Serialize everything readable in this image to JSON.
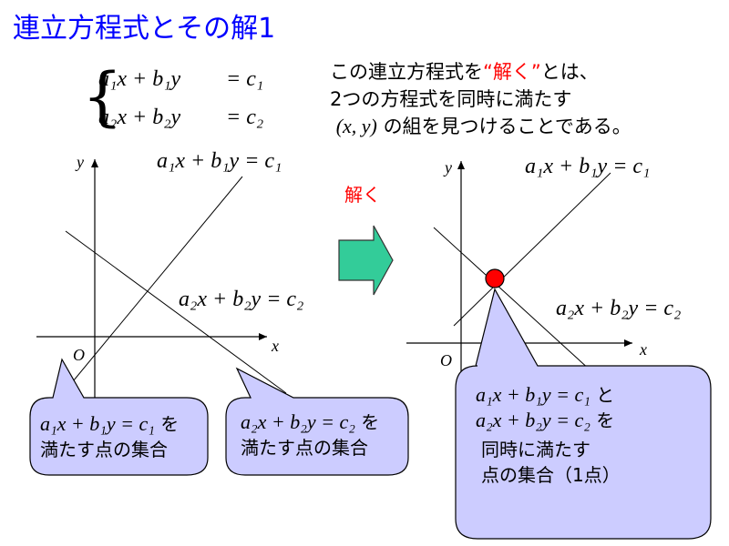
{
  "title": "連立方程式とその解1",
  "system": {
    "eq1_lhs": "a₁x + b₁y",
    "eq1_rhs": "= c₁",
    "eq2_lhs": "a₂x + b₂y",
    "eq2_rhs": "= c₂"
  },
  "description": {
    "line1_pre": "この連立方程式を",
    "line1_hl": "“解く”",
    "line1_post": "とは、",
    "line2": "2つの方程式を同時に満たす",
    "line3_math": "(x, y)",
    "line3_text": "の組を見つけることである。"
  },
  "solve_label": "解く",
  "left_graph": {
    "y_label": "y",
    "x_label": "x",
    "origin_label": "O",
    "line1_label": "a₁x + b₁y = c₁",
    "line2_label": "a₂x + b₂y = c₂"
  },
  "right_graph": {
    "y_label": "y",
    "x_label": "x",
    "origin_label": "O",
    "line1_label": "a₁x + b₁y = c₁",
    "line2_label": "a₂x + b₂y = c₂"
  },
  "bubble1": {
    "math": "a₁x + b₁y = c₁",
    "suffix": "を",
    "line2": "満たす点の集合"
  },
  "bubble2": {
    "math": "a₂x + b₂y = c₂",
    "suffix": "を",
    "line2": "満たす点の集合"
  },
  "bubble3": {
    "math1": "a₁x + b₁y = c₁",
    "suffix1": "と",
    "math2": "a₂x + b₂y = c₂",
    "suffix2": "を",
    "line3": "同時に満たす",
    "line4": "点の集合（1点）"
  },
  "colors": {
    "title": "#0000ff",
    "highlight": "#ff0000",
    "bubble_fill": "#ccccff",
    "arrow_fill": "#33cc99",
    "intersection": "#ff0000"
  }
}
